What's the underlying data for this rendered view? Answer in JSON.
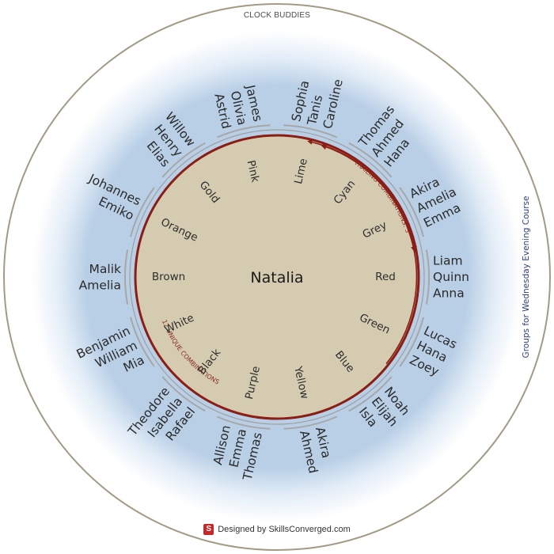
{
  "title": "CLOCK BUDDIES",
  "subtitle": "Groups for Wednesday Evening Course",
  "center_name": "Natalia",
  "trailing_label": "TRAILING COMBINATIONS: 3",
  "unique_label": "12 UNIQUE COMBINATIONS",
  "footer": {
    "logo_letter": "S",
    "credit": "Designed by SkillsConverged.com"
  },
  "slots": [
    {
      "color": "Red",
      "names": [
        "Liam",
        "Quinn",
        "Anna"
      ]
    },
    {
      "color": "Green",
      "names": [
        "Lucas",
        "Hana",
        "Zoey"
      ]
    },
    {
      "color": "Blue",
      "names": [
        "Noah",
        "Elijah",
        "Isla"
      ]
    },
    {
      "color": "Yellow",
      "names": [
        "Akira",
        "Ahmed"
      ]
    },
    {
      "color": "Purple",
      "names": [
        "Thomas",
        "Emma",
        "Allison"
      ]
    },
    {
      "color": "Black",
      "names": [
        "Rafael",
        "Isabella",
        "Theodore"
      ]
    },
    {
      "color": "White",
      "names": [
        "Mia",
        "William",
        "Benjamin"
      ]
    },
    {
      "color": "Brown",
      "names": [
        "Amelia",
        "Malik"
      ]
    },
    {
      "color": "Orange",
      "names": [
        "Emiko",
        "Johannes"
      ]
    },
    {
      "color": "Gold",
      "names": [
        "Elias",
        "Henry",
        "Willow"
      ]
    },
    {
      "color": "Pink",
      "names": [
        "Astrid",
        "Olivia",
        "James"
      ]
    },
    {
      "color": "Lime",
      "names": [
        "Sophia",
        "Tanis",
        "Caroline"
      ]
    },
    {
      "color": "Cyan",
      "names": [
        "Thomas",
        "Ahmed",
        "Hana"
      ]
    },
    {
      "color": "Grey",
      "names": [
        "Akira",
        "Amelia",
        "Emma"
      ]
    }
  ]
}
